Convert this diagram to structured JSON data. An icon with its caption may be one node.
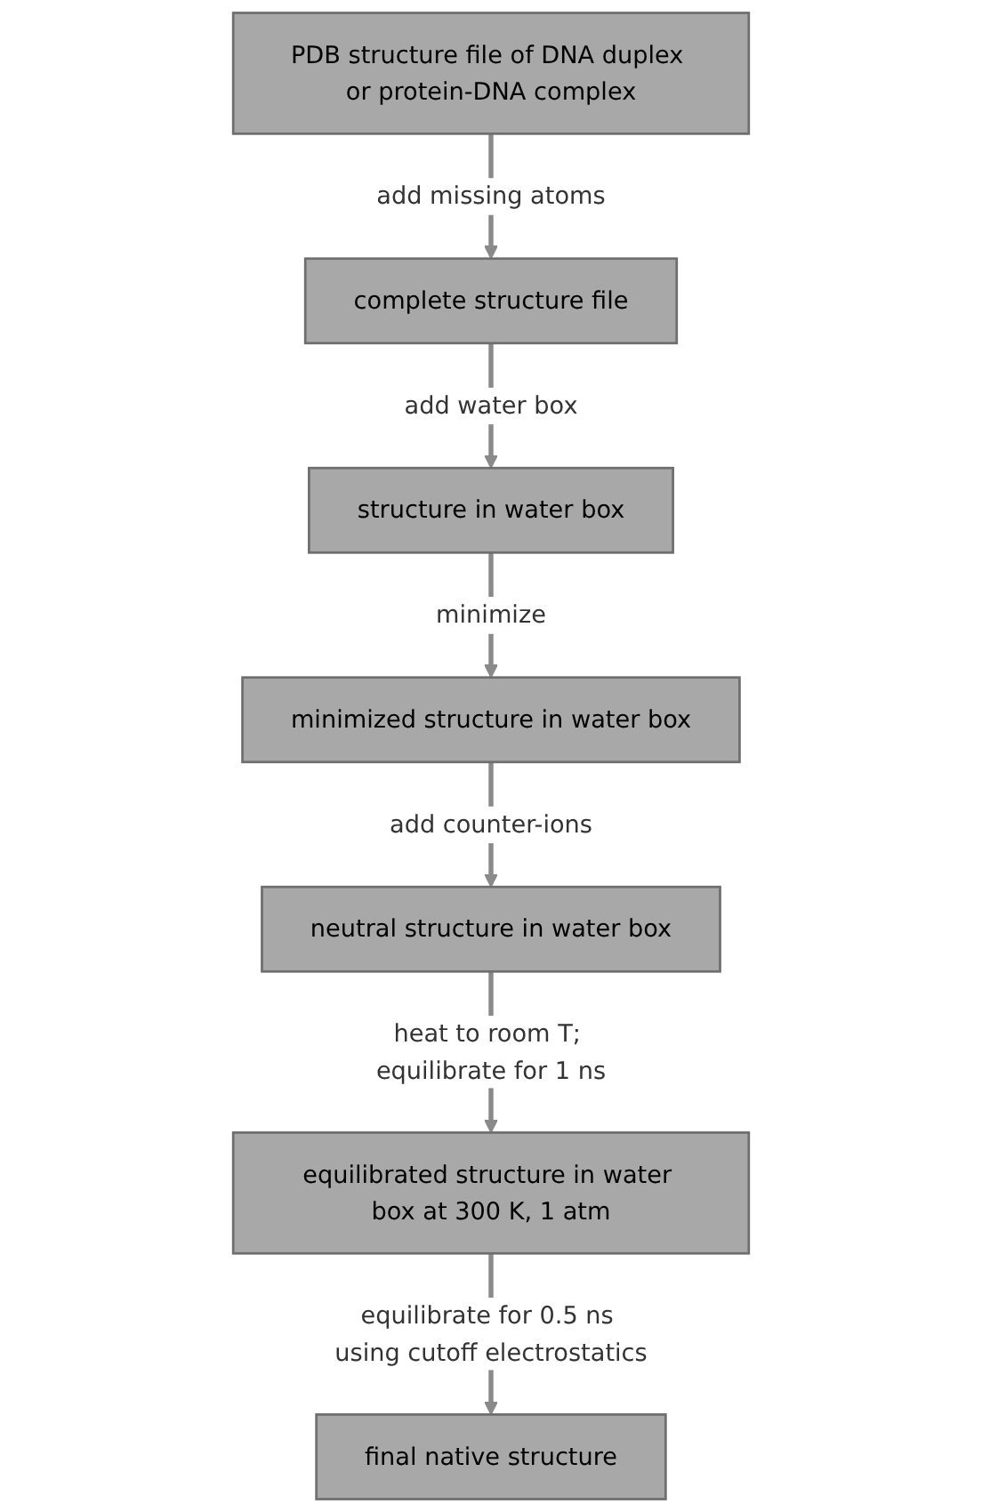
{
  "diagram": {
    "nodes": [
      {
        "text": [
          "PDB structure file of DNA duplex or protein-DNA complex"
        ]
      },
      {
        "text": [
          "complete structure file"
        ]
      },
      {
        "text": [
          "structure in water box"
        ]
      },
      {
        "text": [
          "minimized structure in water box"
        ]
      },
      {
        "text": [
          "neutral structure in water box"
        ]
      },
      {
        "text": [
          "equilibrated structure in water box at 300 K, 1 atm"
        ]
      },
      {
        "text": [
          "final native structure"
        ]
      }
    ],
    "edges": [
      {
        "from": 0,
        "to": 1,
        "arrow": "to",
        "label": "add missing atoms"
      },
      {
        "from": 1,
        "to": 2,
        "arrow": "to",
        "label": "add water box"
      },
      {
        "from": 2,
        "to": 3,
        "arrow": "to",
        "label": "minimize"
      },
      {
        "from": 3,
        "to": 4,
        "arrow": "to",
        "label": "add counter-ions"
      },
      {
        "from": 4,
        "to": 5,
        "arrow": "to",
        "label": "heat to room T; equilibrate for 1 ns"
      },
      {
        "from": 5,
        "to": 6,
        "arrow": "to",
        "label": "equilibrate for 0.5 ns using cutoff electrostatics"
      }
    ]
  }
}
